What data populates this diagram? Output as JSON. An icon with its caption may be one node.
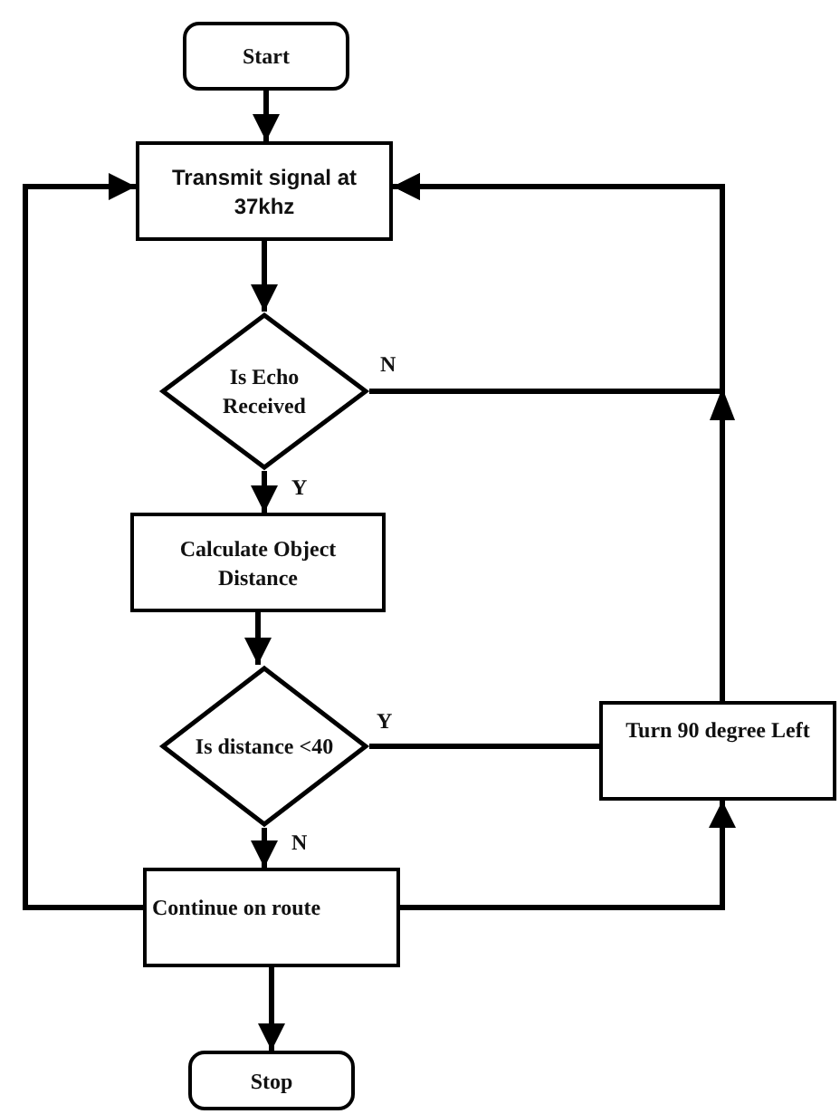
{
  "diagram": {
    "nodes": [
      {
        "text": [
          "Start"
        ]
      },
      {
        "text": [
          "Transmit signal at 37khz"
        ]
      },
      {
        "text": [
          "Is Echo Received"
        ]
      },
      {
        "text": [
          "Calculate Object Distance"
        ]
      },
      {
        "text": [
          "Is distance <40"
        ]
      },
      {
        "text": [
          "Turn 90 degree Left"
        ]
      },
      {
        "text": [
          "Continue on route"
        ]
      },
      {
        "text": [
          "Stop"
        ]
      }
    ],
    "edges": [
      {
        "from": 0,
        "to": 1,
        "arrow": "to"
      },
      {
        "from": 1,
        "to": 2,
        "arrow": "to"
      },
      {
        "from": 2,
        "to": 3,
        "arrow": "to",
        "label": "Y"
      },
      {
        "from": 2,
        "to": 1,
        "arrow": "to",
        "label": "N"
      },
      {
        "from": 3,
        "to": 4,
        "arrow": "to"
      },
      {
        "from": 4,
        "to": 6,
        "arrow": "to",
        "label": "N"
      },
      {
        "from": 4,
        "to": 5,
        "arrow": "none",
        "label": "Y"
      },
      {
        "from": 5,
        "to": 1,
        "arrow": "to"
      },
      {
        "from": 6,
        "to": 5,
        "arrow": "to"
      },
      {
        "from": 6,
        "to": 1,
        "arrow": "to"
      },
      {
        "from": 6,
        "to": 7,
        "arrow": "to"
      }
    ]
  }
}
